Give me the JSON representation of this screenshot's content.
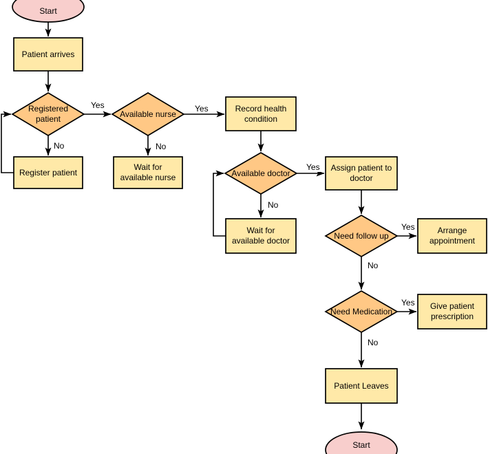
{
  "diagram": {
    "terminals": {
      "start_top": "Start",
      "start_bottom": "Start"
    },
    "processes": {
      "patient_arrives": "Patient arrives",
      "register_patient": "Register patient",
      "wait_nurse": "Wait for\navailable nurse",
      "record_health": "Record health\ncondition",
      "wait_doctor": "Wait for\navailable doctor",
      "assign_doctor": "Assign patient to\ndoctor",
      "arrange_appointment": "Arrange\nappointment",
      "give_prescription": "Give patient\nprescription",
      "patient_leaves": "Patient Leaves"
    },
    "decisions": {
      "registered_patient": "Registered\npatient",
      "available_nurse": "Available nurse",
      "available_doctor": "Available doctor",
      "need_follow_up": "Need follow up",
      "need_medication": "Need Medication"
    },
    "edge_labels": {
      "registered_yes": "Yes",
      "registered_no": "No",
      "nurse_yes": "Yes",
      "nurse_no": "No",
      "doctor_yes": "Yes",
      "doctor_no": "No",
      "follow_up_yes": "Yes",
      "follow_up_no": "No",
      "medication_yes": "Yes",
      "medication_no": "No"
    },
    "colors": {
      "terminal_fill": "#f8cecc",
      "process_fill": "#ffe9a8",
      "decision_fill": "#ffc885",
      "stroke": "#000000"
    }
  }
}
